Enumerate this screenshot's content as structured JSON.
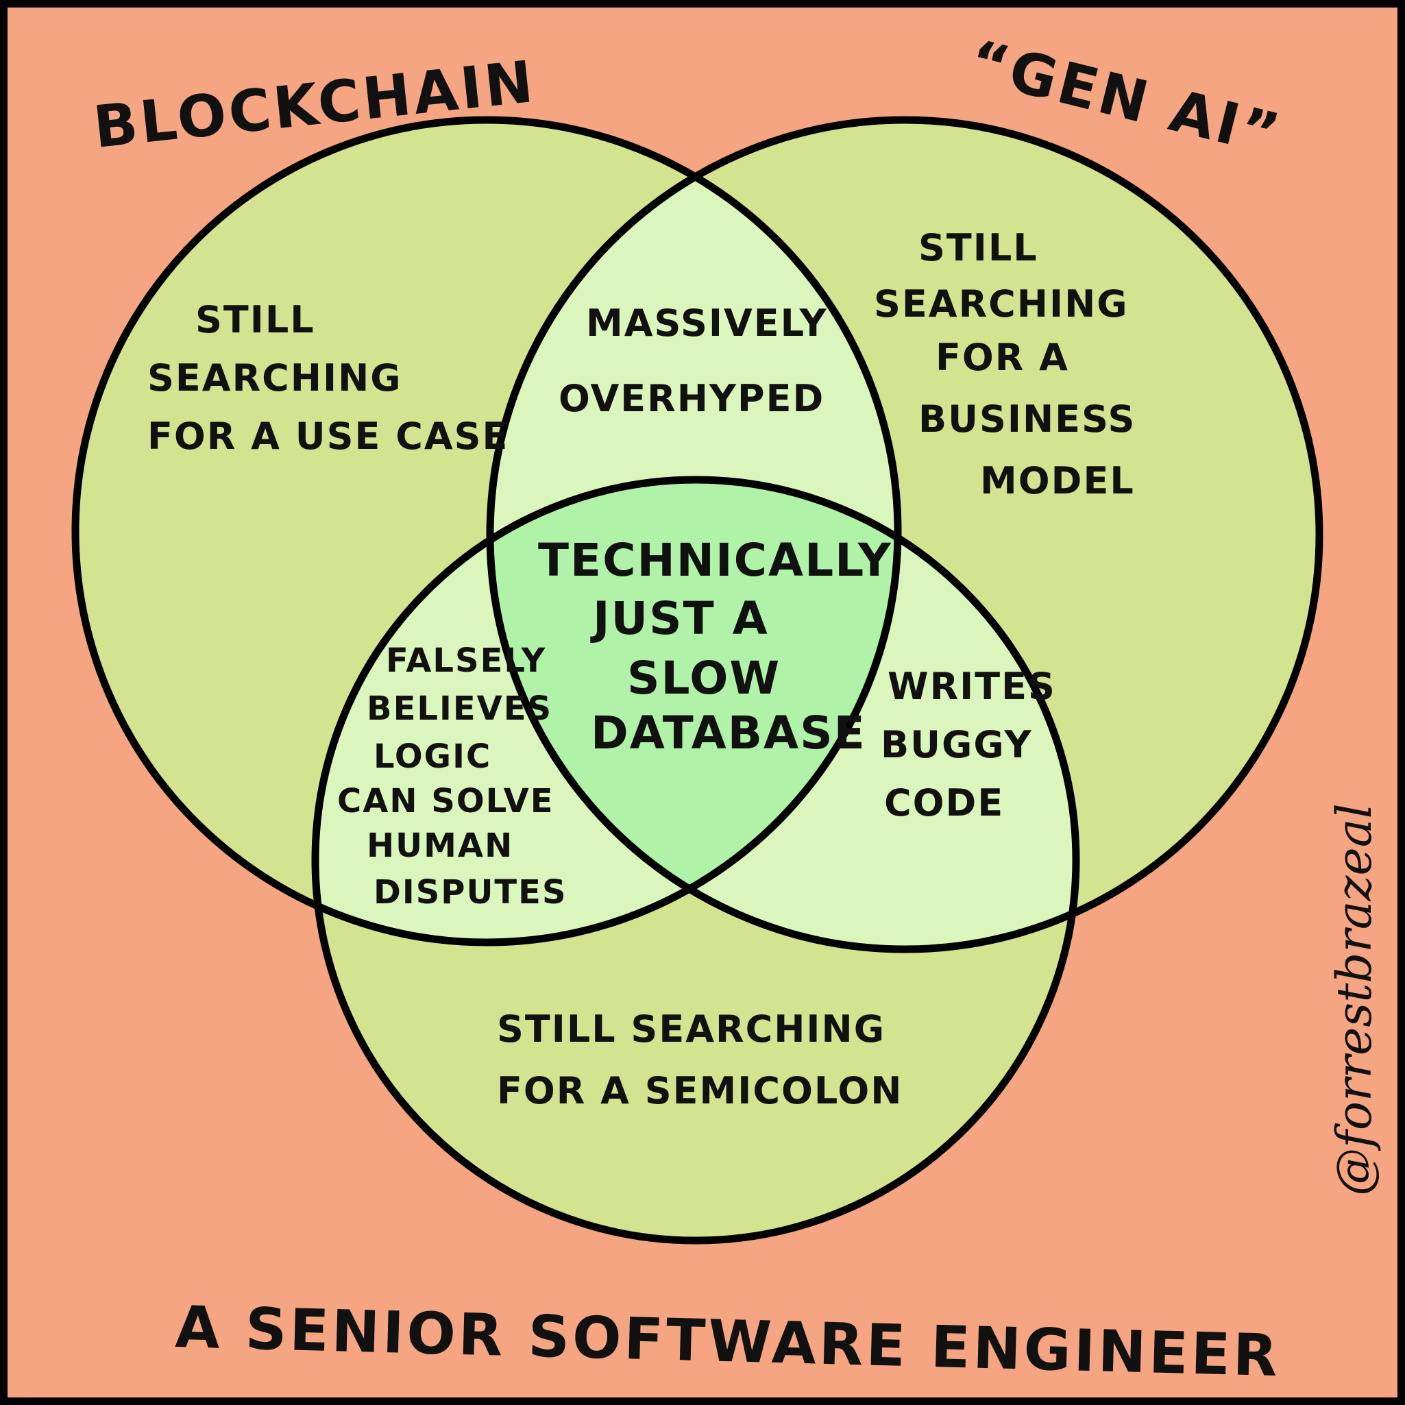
{
  "colors": {
    "background": "#F5A582",
    "single_region": "#D4E390",
    "pair_region": "#DAF6BC",
    "center_region": "#B0F2A8",
    "stroke": "#000000",
    "text": "#111111"
  },
  "sets": {
    "blockchain": {
      "label": "BLOCKCHAIN"
    },
    "gen_ai": {
      "label": "“GEN AI”"
    },
    "senior_engineer": {
      "label": "A SENIOR SOFTWARE ENGINEER"
    }
  },
  "regions": {
    "blockchain_only": {
      "lines": [
        "STILL",
        "SEARCHING",
        "FOR A USE CASE"
      ]
    },
    "gen_ai_only": {
      "lines": [
        "STILL",
        "SEARCHING",
        "FOR A",
        "BUSINESS",
        "MODEL"
      ]
    },
    "engineer_only": {
      "lines": [
        "STILL SEARCHING",
        "FOR A SEMICOLON"
      ]
    },
    "blockchain_gen_ai": {
      "lines": [
        "MASSIVELY",
        "OVERHYPED"
      ]
    },
    "blockchain_engineer": {
      "lines": [
        "FALSELY",
        "BELIEVES",
        "LOGIC",
        "CAN SOLVE",
        "HUMAN",
        "DISPUTES"
      ]
    },
    "gen_ai_engineer": {
      "lines": [
        "WRITES",
        "BUGGY",
        "CODE"
      ]
    },
    "all_three": {
      "lines": [
        "TECHNICALLY",
        "JUST A",
        "SLOW",
        "DATABASE"
      ]
    }
  },
  "credit": "@forrestbrazeal"
}
